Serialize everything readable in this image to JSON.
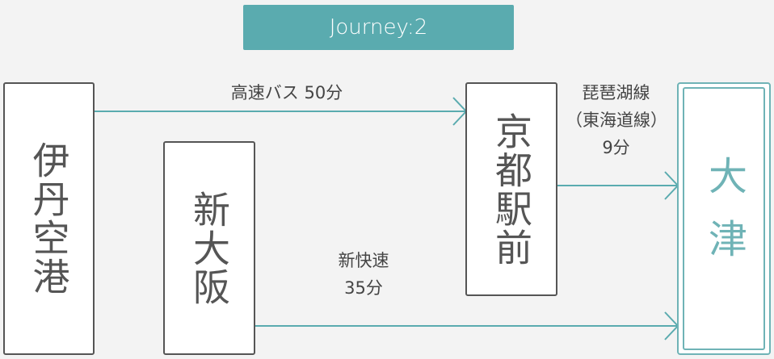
{
  "title": "Journey:2",
  "stations": {
    "itami": "伊丹空港",
    "shinosaka": "新大阪",
    "kyoto": "京都駅前",
    "otsu": "大津"
  },
  "routes": {
    "bus": {
      "label": "高速バス 50分"
    },
    "rapid": {
      "line": "新快速",
      "time": "35分"
    },
    "biwako": {
      "line": "琵琶湖線",
      "alt": "（東海道線）",
      "time": "9分"
    }
  },
  "colors": {
    "accent": "#5aabaf",
    "otsu": "#6fb3b6",
    "line": "#5aabaf",
    "border": "#555555"
  }
}
